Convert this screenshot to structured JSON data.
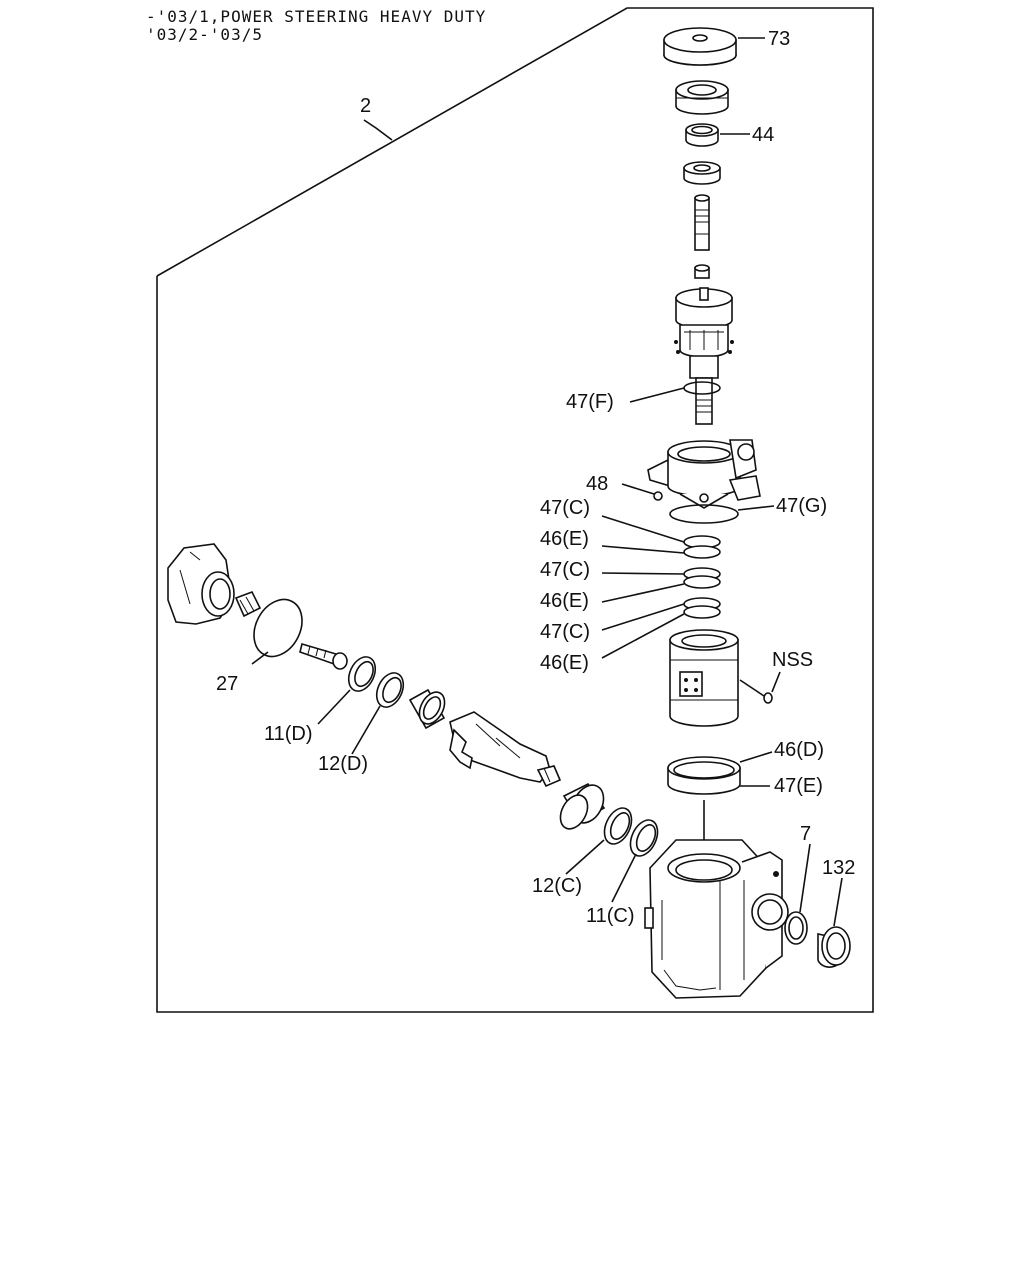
{
  "header": {
    "line1": "-'03/1,POWER STEERING HEAVY DUTY",
    "line2": "'03/2-'03/5"
  },
  "callouts": {
    "c2": "2",
    "c73": "73",
    "c44": "44",
    "c47f": "47(F)",
    "c48": "48",
    "c47g": "47(G)",
    "c47c_1": "47(C)",
    "c46e_1": "46(E)",
    "c47c_2": "47(C)",
    "c46e_2": "46(E)",
    "c47c_3": "47(C)",
    "c46e_3": "46(E)",
    "cnss": "NSS",
    "c27": "27",
    "c11d": "11(D)",
    "c12d": "12(D)",
    "c46d": "46(D)",
    "c47e": "47(E)",
    "c7": "7",
    "c132": "132",
    "c12c": "12(C)",
    "c11c": "11(C)"
  }
}
